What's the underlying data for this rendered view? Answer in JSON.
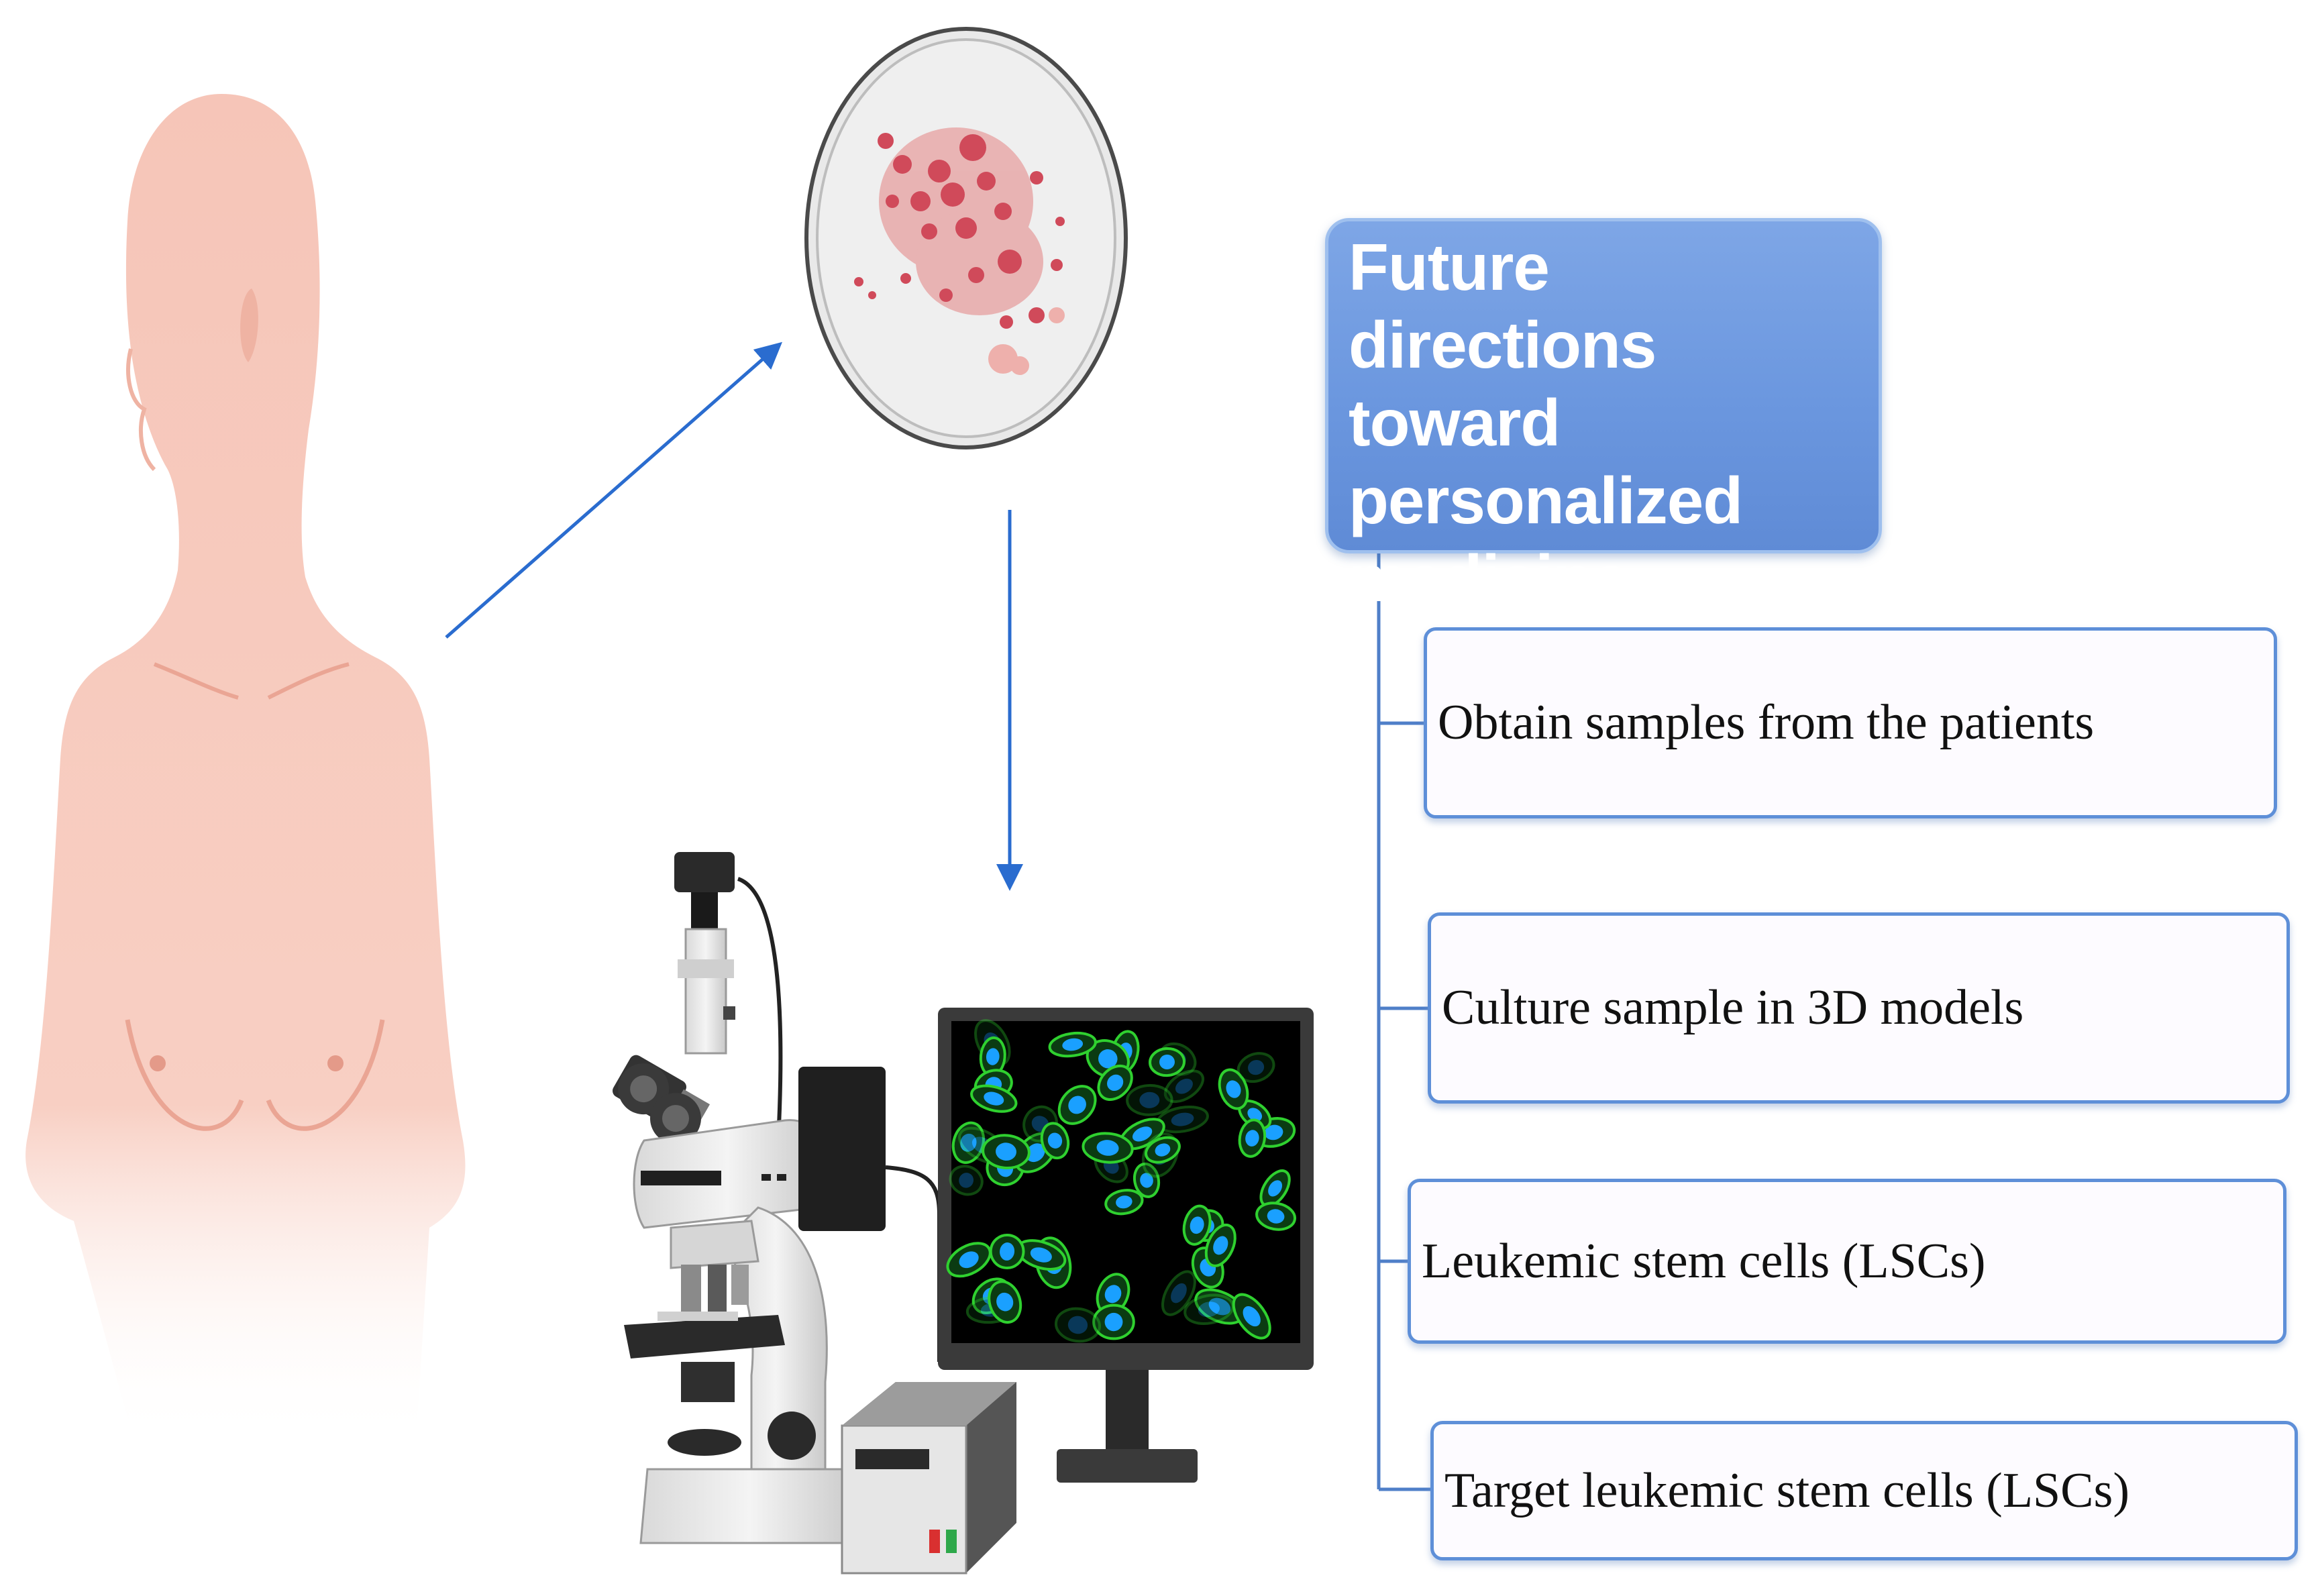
{
  "title": {
    "lines": [
      "Future directions",
      "toward",
      "personalized",
      "medicine"
    ]
  },
  "steps": [
    {
      "label": "Obtain samples from the patients"
    },
    {
      "label": "Culture sample in 3D models"
    },
    {
      "label": "Leukemic stem cells (LSCs)"
    },
    {
      "label": "Target leukemic stem cells (LSCs)"
    }
  ],
  "colors": {
    "title_fill": "#6b97df",
    "box_border": "#5e8fd8",
    "connector": "#4f7fc8",
    "arrow": "#2a6ccf",
    "skin": "#f6c4b6",
    "screen": "#000000",
    "cell_outline": "#2fd12f",
    "cell_nucleus": "#1aa0ff"
  },
  "icons": [
    "human-torso-icon",
    "petri-dish-icon",
    "microscope-icon",
    "monitor-icon",
    "controller-box-icon"
  ]
}
